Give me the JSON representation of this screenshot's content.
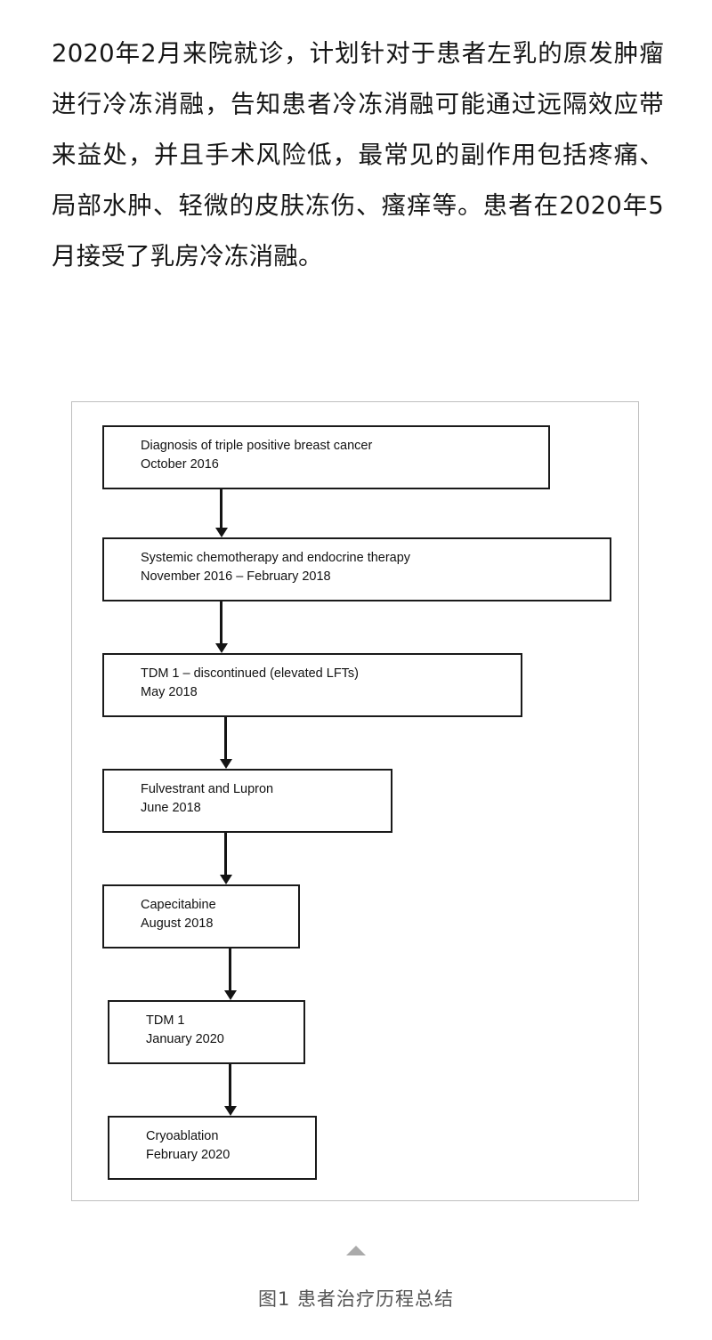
{
  "article": {
    "paragraph": "2020年2月来院就诊，计划针对于患者左乳的原发肿瘤进行冷冻消融，告知患者冷冻消融可能通过远隔效应带来益处，并且手术风险低，最常见的副作用包括疼痛、局部水肿、轻微的皮肤冻伤、瘙痒等。患者在2020年5月接受了乳房冷冻消融。"
  },
  "figure": {
    "caption": "图1  患者治疗历程总结",
    "collapse_icon": "triangle-up-icon",
    "border_color": "#bfbfbf",
    "node_border_color": "#1a1a1a",
    "arrow_color": "#141414",
    "nodes": [
      {
        "title": "Diagnosis of triple positive breast cancer",
        "date": "October 2016"
      },
      {
        "title": "Systemic chemotherapy and endocrine therapy",
        "date": "November 2016 – February 2018"
      },
      {
        "title": "TDM 1 – discontinued (elevated LFTs)",
        "date": "May 2018"
      },
      {
        "title": "Fulvestrant and Lupron",
        "date": "June 2018"
      },
      {
        "title": "Capecitabine",
        "date": "August 2018"
      },
      {
        "title": "TDM 1",
        "date": "January 2020"
      },
      {
        "title": "Cryoablation",
        "date": "February 2020"
      }
    ]
  }
}
